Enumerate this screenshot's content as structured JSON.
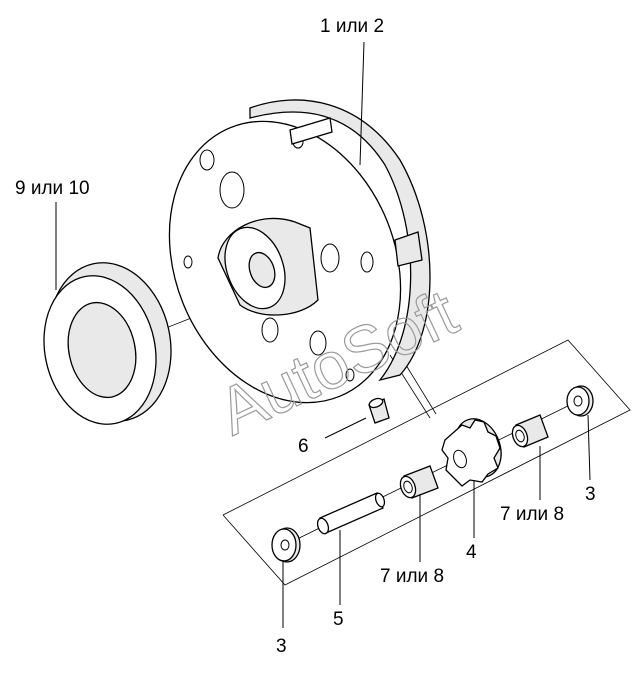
{
  "labels": {
    "pump_housing": "1 или 2",
    "thrust_ring": "9 или 10",
    "plug": "6",
    "washer_right": "3",
    "bushing_right": "7 или 8",
    "gear": "4",
    "bushing_left": "7 или 8",
    "shaft": "5",
    "washer_left": "3"
  },
  "watermark": "AutoSoft"
}
